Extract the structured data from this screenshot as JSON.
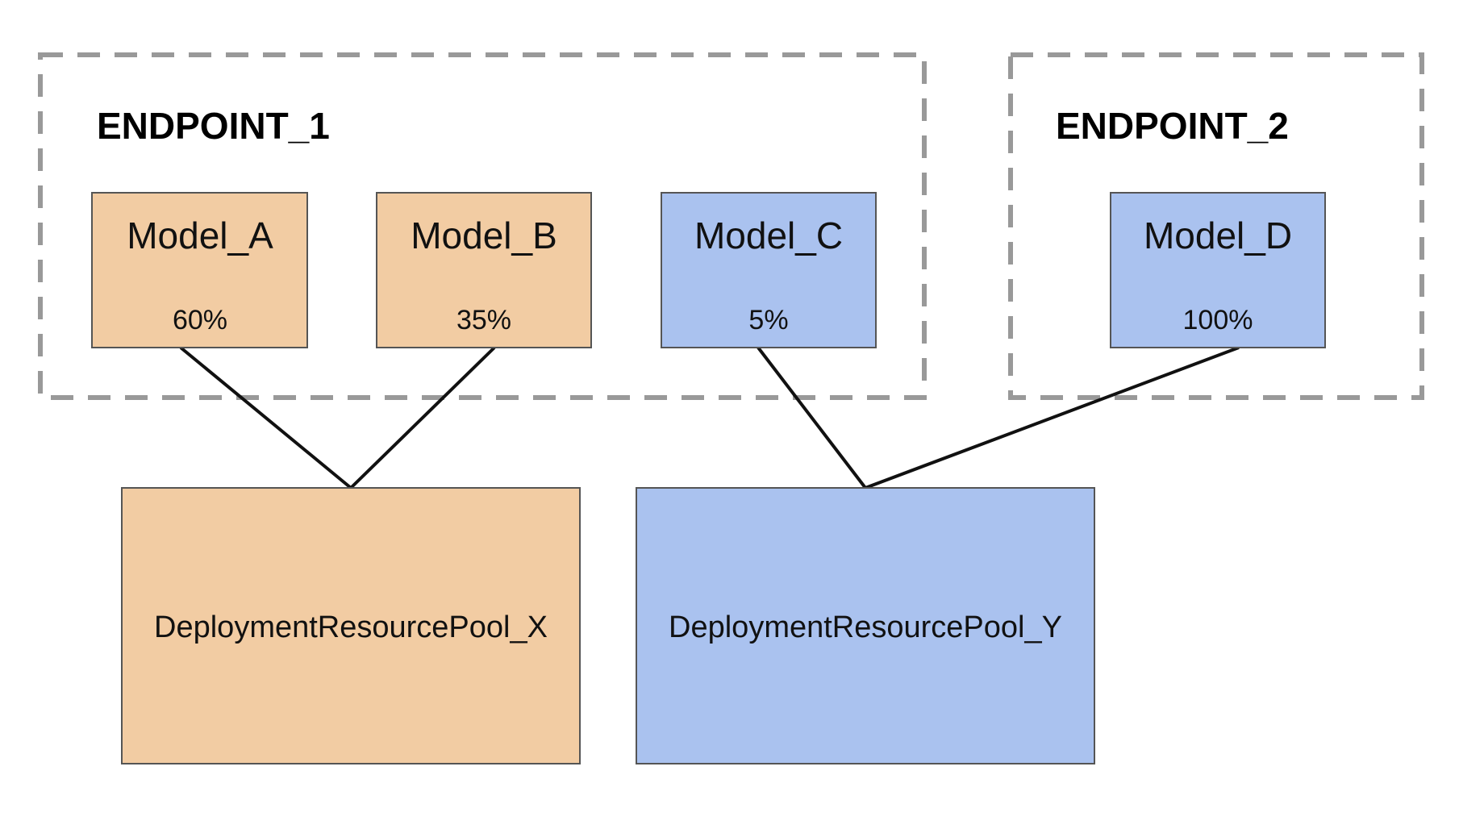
{
  "colors": {
    "pool_x": "#F2CCA3",
    "pool_y": "#AAC2EF",
    "border": "#555555",
    "dashed": "#999999",
    "line": "#111111"
  },
  "endpoints": [
    {
      "label": "ENDPOINT_1"
    },
    {
      "label": "ENDPOINT_2"
    }
  ],
  "models": [
    {
      "name": "Model_A",
      "traffic": "60%",
      "pool": "x"
    },
    {
      "name": "Model_B",
      "traffic": "35%",
      "pool": "x"
    },
    {
      "name": "Model_C",
      "traffic": "5%",
      "pool": "y"
    },
    {
      "name": "Model_D",
      "traffic": "100%",
      "pool": "y"
    }
  ],
  "pools": [
    {
      "name": "DeploymentResourcePool_X"
    },
    {
      "name": "DeploymentResourcePool_Y"
    }
  ]
}
